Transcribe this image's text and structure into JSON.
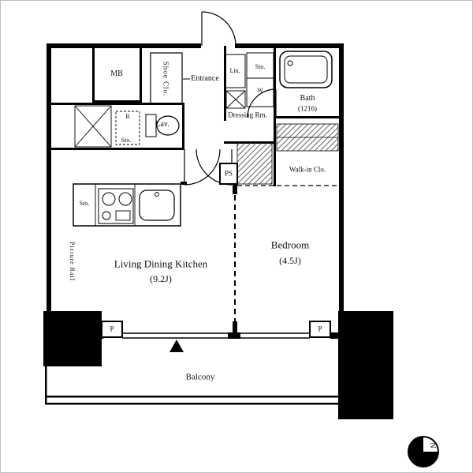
{
  "floorplan": {
    "rooms": {
      "ldk": {
        "name": "Living Dining Kitchen",
        "size": "(9.2J)"
      },
      "bedroom": {
        "name": "Bedroom",
        "size": "(4.5J)"
      },
      "balcony": {
        "name": "Balcony"
      },
      "bath": {
        "name": "Bath",
        "size": "(1216)"
      },
      "dressing": {
        "name": "Dressing Rm."
      },
      "walkin_closet": {
        "name": "Walk-in Clo."
      },
      "entrance": {
        "name": "Entrance"
      },
      "lavatory": {
        "name": "Lav."
      }
    },
    "labels": {
      "meter_box": "MB",
      "shoe_closet": "Shoe Clo.",
      "linen": "Lin.",
      "storage_upper": "Sto.",
      "washer": "W",
      "refrigerator": "R",
      "storage_lav": "Sto.",
      "storage_kitchen": "Sto.",
      "pipe_space": "PS",
      "picture_rail": "Picture Rail",
      "pillar_left": "P",
      "pillar_right": "P",
      "compass_north": "N"
    },
    "colors": {
      "wall": "#000000",
      "hatch": "#666666",
      "background": "#ffffff"
    }
  }
}
